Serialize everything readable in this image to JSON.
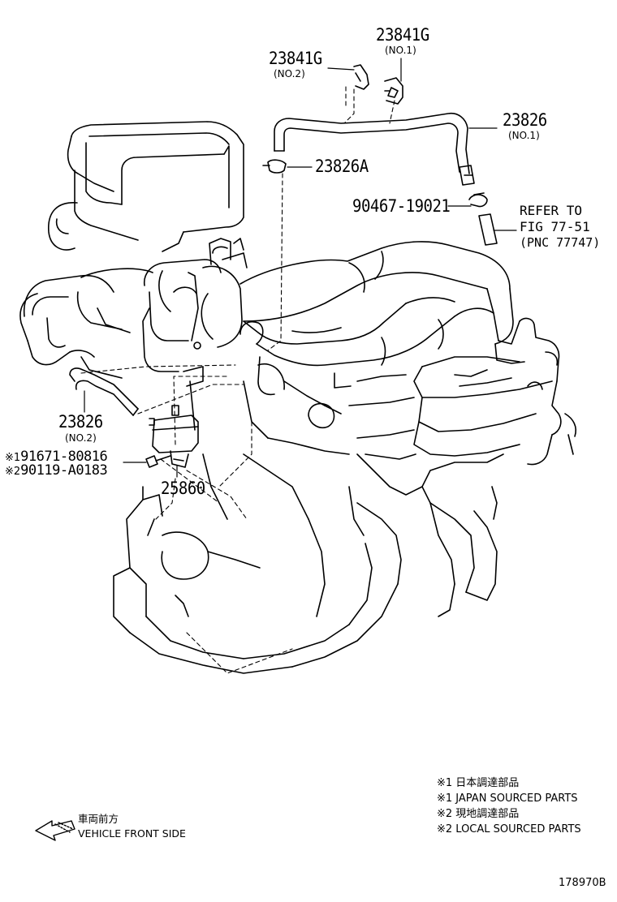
{
  "parts": {
    "p23841g_no1": {
      "number": "23841G",
      "sub": "(NO.1)"
    },
    "p23841g_no2": {
      "number": "23841G",
      "sub": "(NO.2)"
    },
    "p23826_no1": {
      "number": "23826",
      "sub": "(NO.1)"
    },
    "p23826a": {
      "number": "23826A"
    },
    "p90467": {
      "number": "90467-19021"
    },
    "refer": {
      "line1": "REFER TO",
      "line2": "FIG 77-51",
      "line3": "(PNC 77747)"
    },
    "p23826_no2": {
      "number": "23826",
      "sub": "(NO.2)"
    },
    "p91671": {
      "mark": "※1",
      "number": "91671-80816"
    },
    "p90119": {
      "mark": "※2",
      "number": "90119-A0183"
    },
    "p25860": {
      "number": "25860"
    }
  },
  "legend": [
    "※1 日本調達部品",
    "※1 JAPAN SOURCED PARTS",
    "※2 現地調達部品",
    "※2 LOCAL SOURCED PARTS"
  ],
  "front": {
    "jp": "車両前方",
    "en": "VEHICLE FRONT SIDE"
  },
  "figure_id": "178970B"
}
